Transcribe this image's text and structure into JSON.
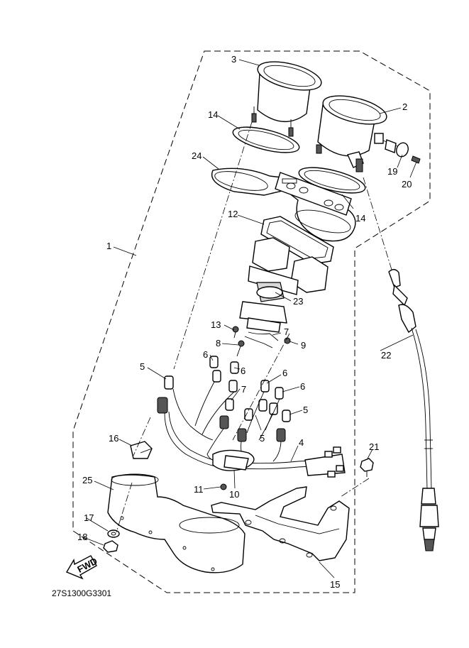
{
  "diagram": {
    "drawing_code": "27S1300G3301",
    "fwd_label": "FWD",
    "callouts": [
      "1",
      "2",
      "3",
      "4",
      "5",
      "5",
      "5",
      "6",
      "6",
      "6",
      "6",
      "7",
      "7",
      "8",
      "9",
      "10",
      "11",
      "12",
      "13",
      "14",
      "14",
      "15",
      "16",
      "17",
      "18",
      "19",
      "20",
      "21",
      "22",
      "23",
      "24",
      "25"
    ]
  }
}
